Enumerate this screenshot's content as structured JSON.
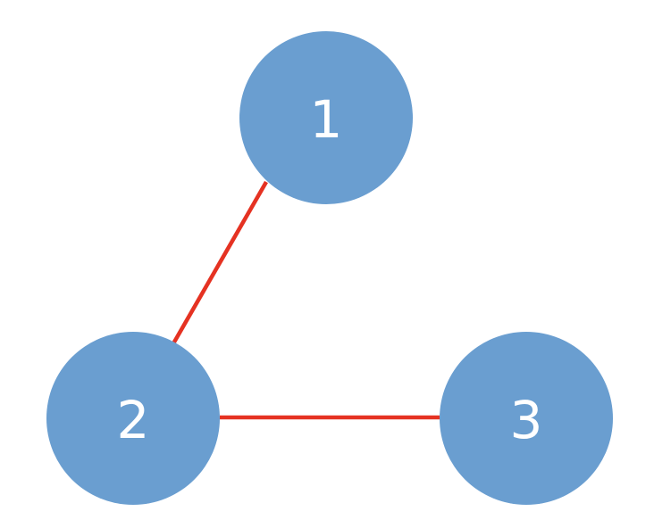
{
  "colors": {
    "node_fill": "#6a9ed0",
    "node_label": "#ffffff",
    "edge": "#e53222",
    "background": "#ffffff"
  },
  "nodes": [
    {
      "id": "1",
      "label": "1"
    },
    {
      "id": "2",
      "label": "2"
    },
    {
      "id": "3",
      "label": "3"
    }
  ],
  "edges": [
    {
      "from": "1",
      "to": "2"
    },
    {
      "from": "2",
      "to": "3"
    }
  ]
}
